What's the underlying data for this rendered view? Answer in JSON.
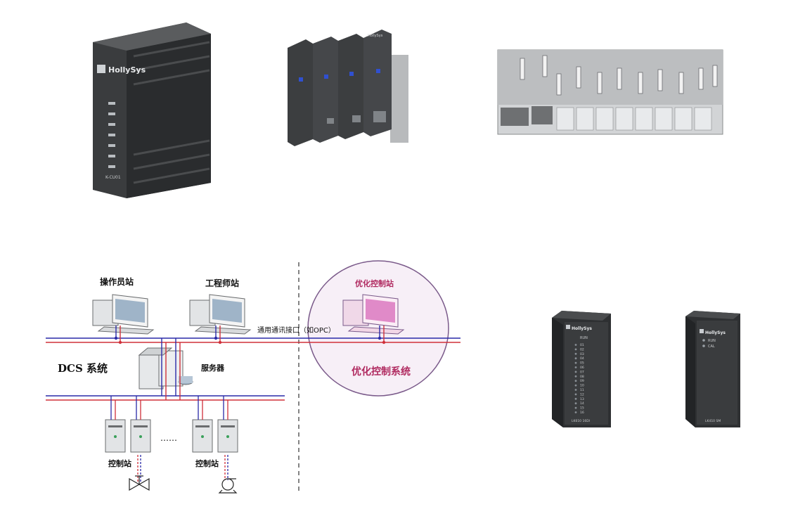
{
  "products": {
    "module_a": {
      "brand": "HollySys",
      "model": "K-CU01"
    },
    "rack_b": {
      "brand": "HollySys"
    },
    "module_di": {
      "brand": "HollySys",
      "status": "RUN",
      "model": "LK610 16DI",
      "channels": [
        "01",
        "02",
        "03",
        "04",
        "05",
        "06",
        "07",
        "08",
        "09",
        "10",
        "11",
        "12",
        "13",
        "14",
        "15",
        "16"
      ]
    },
    "module_power": {
      "brand": "HollySys",
      "status": "RUN",
      "status2": "CAL",
      "model": "LK410 SM"
    }
  },
  "diagram": {
    "operator_station": "操作员站",
    "engineer_station": "工程师站",
    "optimize_station": "优化控制站",
    "interface_label": "通用通讯接口（如OPC）",
    "server_label": "服务器",
    "dcs_label": "DCS 系统",
    "optimize_system": "优化控制系统",
    "control_station_1": "控制站",
    "control_station_2": "控制站",
    "ellipsis": "……",
    "colors": {
      "bus_blue": "#2a2aa8",
      "bus_red": "#d0303a",
      "circle_fill": "#f7eff7",
      "circle_stroke": "#7a5a8a"
    }
  }
}
